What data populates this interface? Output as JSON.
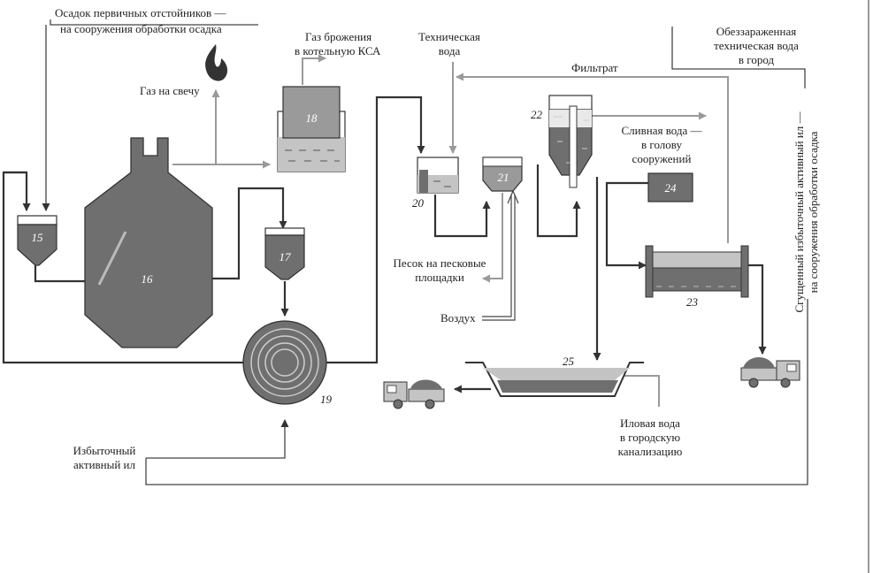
{
  "labels": {
    "sediment_l1": "Осадок первичных отстойников —",
    "sediment_l2": "на сооружения обработки осадка",
    "gas_candle": "Газ на свечу",
    "ferm_gas_l1": "Газ брожения",
    "ferm_gas_l2": "в котельную КСА",
    "tech_water_l1": "Техническая",
    "tech_water_l2": "вода",
    "filtrate": "Фильтрат",
    "disinf_l1": "Обеззараженная",
    "disinf_l2": "техническая вода",
    "disinf_l3": "в город",
    "drain_l1": "Сливная вода —",
    "drain_l2": "в голову",
    "drain_l3": "сооружений",
    "sand_l1": "Песок на песковые",
    "sand_l2": "площадки",
    "air": "Воздух",
    "excess_l1": "Избыточный",
    "excess_l2": "активный ил",
    "silt_l1": "Иловая вода",
    "silt_l2": "в городскую",
    "silt_l3": "канализацию",
    "thick_l1": "Сгущенный избыточный активный ил —",
    "thick_l2": "на сооружения обработки осадка"
  },
  "numbers": {
    "n15": "15",
    "n16": "16",
    "n17": "17",
    "n18": "18",
    "n19": "19",
    "n20": "20",
    "n21": "21",
    "n22": "22",
    "n23": "23",
    "n24": "24",
    "n25": "25"
  },
  "colors": {
    "fill_dark": "#6f6f6f",
    "fill_light": "#c4c4c4",
    "fill_mid": "#9a9a9a",
    "line_dark": "#333333",
    "line_gray": "#9a9a9a"
  }
}
